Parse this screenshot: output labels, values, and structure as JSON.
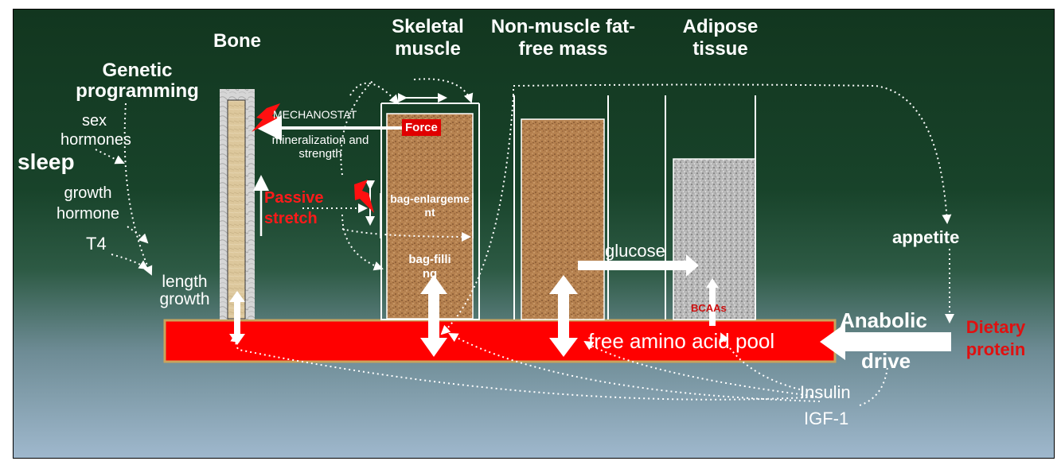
{
  "colors": {
    "background_top": "#12361f",
    "background_bottom": "#9fb8cd",
    "pool_red": "#ff0000",
    "pool_border": "#c9a45c",
    "alert_red": "#ff1a1a",
    "arrow_white": "#ffffff",
    "bcaa_red": "#cc1010"
  },
  "headers": {
    "bone": "Bone",
    "skeletal_muscle": "Skeletal muscle",
    "non_muscle": "Non-muscle fat-free mass",
    "adipose": "Adipose tissue"
  },
  "labels": {
    "genetic_programming": "Genetic programming",
    "sex_hormones": "sex hormones",
    "sleep": "sleep",
    "growth_hormone": "growth hormone",
    "t4": "T4",
    "length_growth": "length growth",
    "mechanostat": "MECHANOSTAT",
    "force": "Force",
    "mineralization": "mineralization and strength",
    "passive_stretch": "Passive stretch",
    "bag_enlargement": "bag-enlargement",
    "bag_filling": "bag-filling",
    "glucose": "glucose",
    "bcaas": "BCAAs",
    "free_amino_acid_pool": "free amino acid pool",
    "anabolic": "Anabolic",
    "drive": "drive",
    "dietary_protein": "Dietary protein",
    "appetite": "appetite",
    "insulin": "Insulin",
    "igf1": "IGF-1"
  },
  "icons": [
    "lightning-bolt-icon",
    "double-arrow-icon",
    "dotted-arrow-icon"
  ]
}
